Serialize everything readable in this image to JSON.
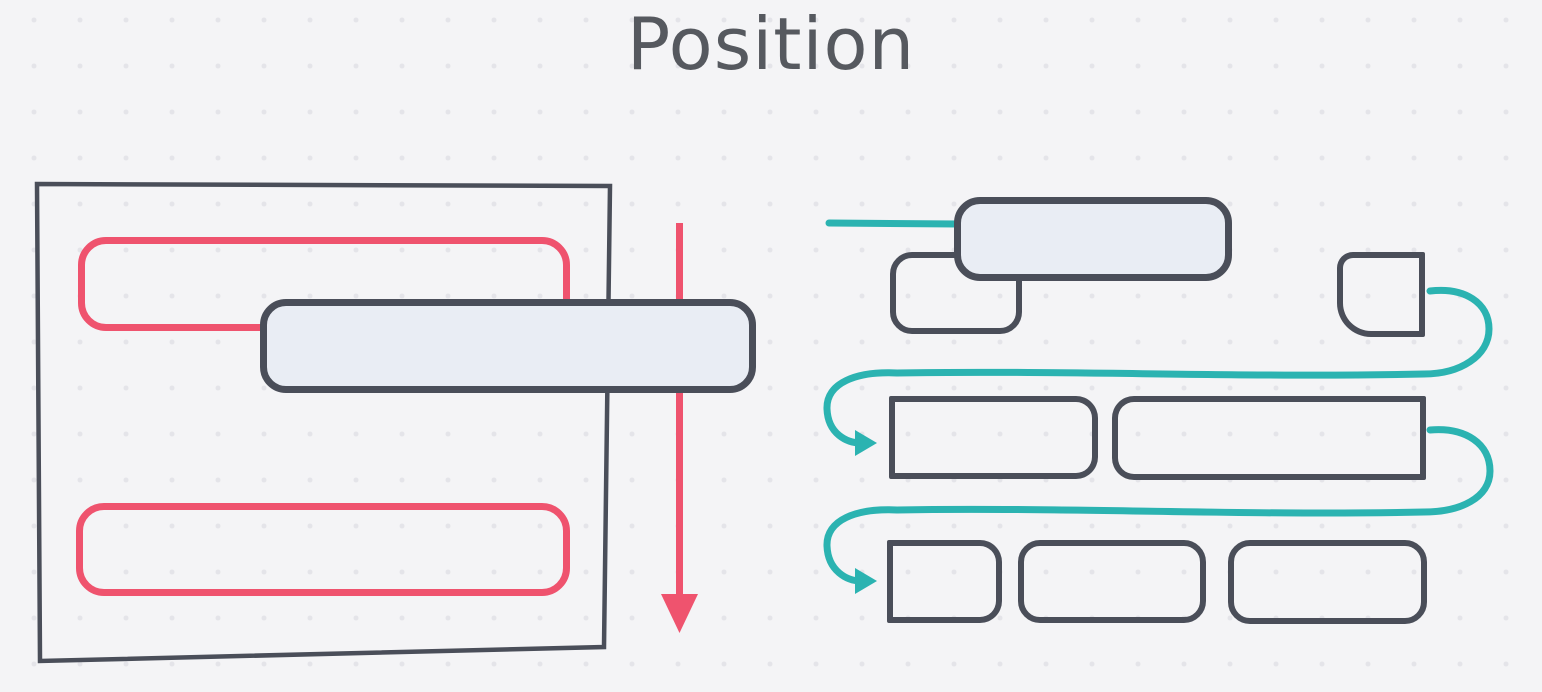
{
  "title": "Position",
  "colors": {
    "background": "#f4f4f6",
    "dot_grid": "#e4e4e9",
    "stroke_dark": "#4a4e59",
    "accent_red": "#ef536e",
    "accent_teal": "#2bb3b1",
    "box_fill": "#e9edf4",
    "title_text": "#56595f"
  },
  "diagram": {
    "left_document_flow": {
      "container": "hand-drawn page outline",
      "in_flow_outline_boxes": 2,
      "positioned_filled_boxes": 1,
      "flow_arrow_direction": "down"
    },
    "right_inline_wrap": {
      "rows": 3,
      "boxes_per_row": [
        3,
        2,
        3
      ],
      "filled_boxes": 1,
      "wrap_arrows": 2,
      "flow_direction": "left-to-right, wrapping to next row"
    }
  }
}
